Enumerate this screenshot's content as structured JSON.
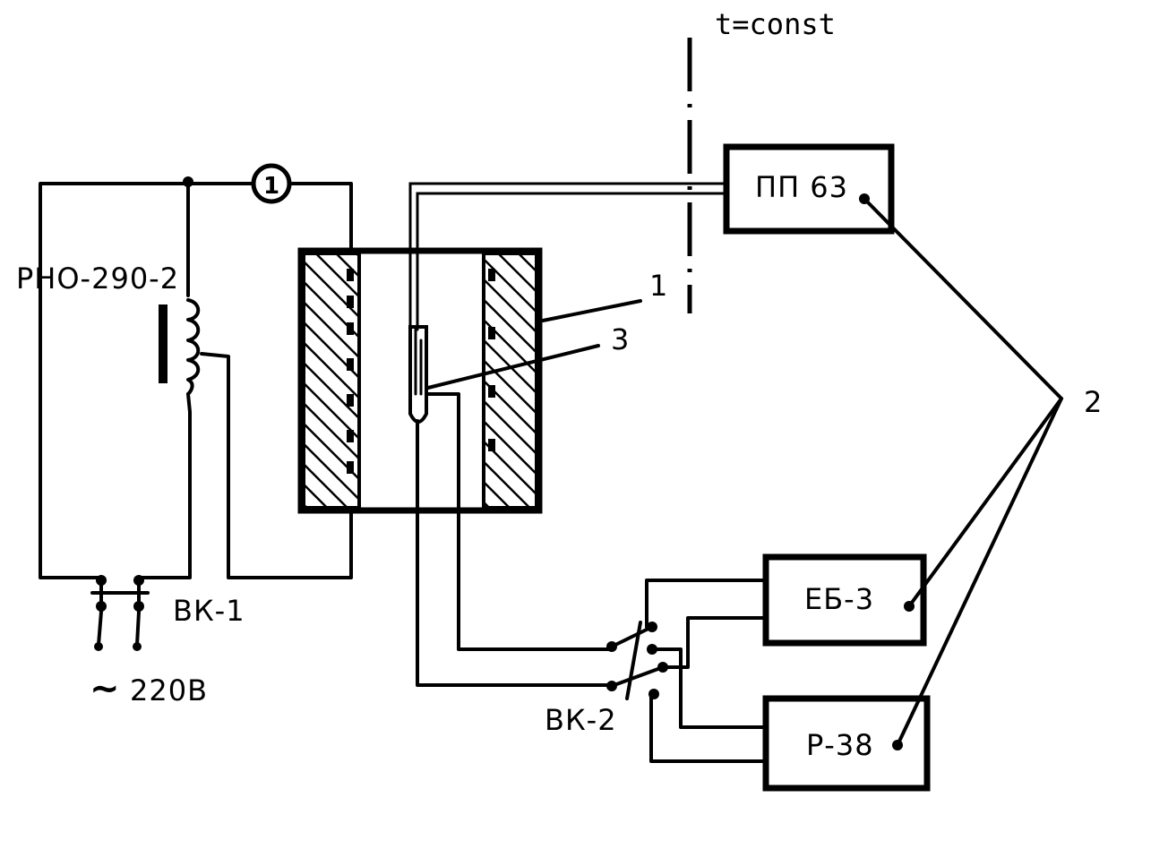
{
  "labels": {
    "t_const": "t=const",
    "regulator": "РНО-290-2",
    "switch1": "ВК-1",
    "supply": "220В",
    "supply_symbol": "~",
    "switch2": "ВК-2",
    "num1": "1",
    "num2": "2",
    "num3": "3",
    "meter_circle": "1"
  },
  "instruments": {
    "pp63": "ПП 63",
    "eb3": "ЕБ-3",
    "r38": "Р-38"
  },
  "colors": {
    "ink": "#000000",
    "paper": "#ffffff"
  }
}
